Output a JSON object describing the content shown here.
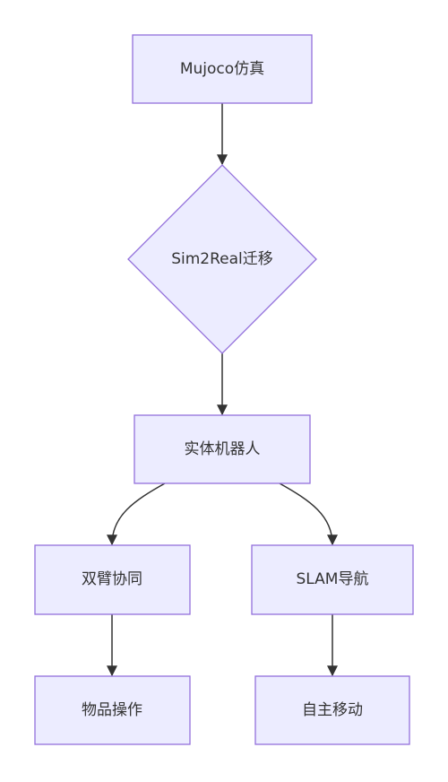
{
  "nodes": {
    "mujoco": "Mujoco仿真",
    "sim2real": "Sim2Real迁移",
    "robot": "实体机器人",
    "dual_arm": "双臂协同",
    "slam": "SLAM导航",
    "manipulation": "物品操作",
    "mobility": "自主移动"
  },
  "colors": {
    "node_fill": "#ececff",
    "node_stroke": "#9370db",
    "edge": "#333333",
    "text": "#333333"
  }
}
